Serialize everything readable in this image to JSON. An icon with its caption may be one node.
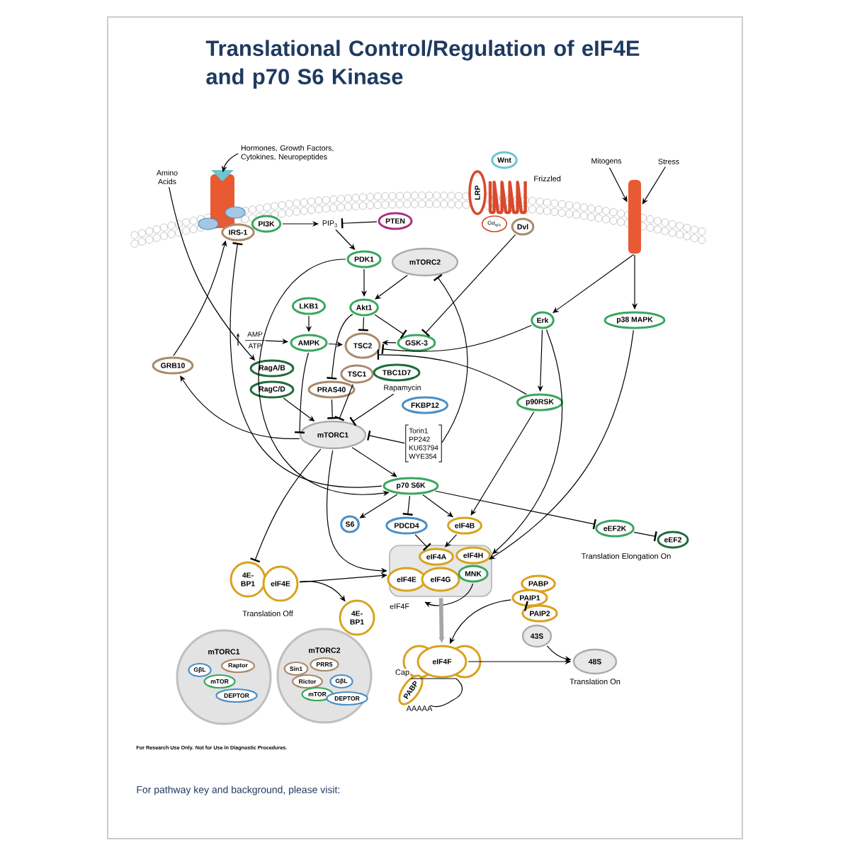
{
  "diagram": {
    "title": "Translational Control/Regulation of eIF4E and p70 S6 Kinase",
    "nodes": [
      {
        "text": [
          "Amino Acids"
        ]
      },
      {
        "text": [
          "Hormones, Growth Factors, Cytokines, Neuropeptides"
        ]
      },
      {
        "text": [],
        "shape": "bar"
      },
      {
        "text": [
          "IRS-1"
        ]
      },
      {
        "text": [
          "PI3K"
        ]
      },
      {
        "text": [
          "PIP$_{3}$"
        ]
      },
      {
        "text": [
          "PTEN"
        ]
      },
      {
        "text": [
          "Wnt"
        ]
      },
      {
        "text": [
          "LRP"
        ]
      },
      {
        "text": [
          "Gα$_{q/o}$"
        ]
      },
      {
        "text": [
          "Dvl"
        ]
      },
      {
        "text": [
          "Mitogens"
        ]
      },
      {
        "text": [
          "Stress"
        ]
      },
      {
        "text": [],
        "shape": "bar"
      },
      {
        "text": [
          "PDK1"
        ]
      },
      {
        "text": [
          "mTORC2"
        ]
      },
      {
        "text": [
          "LKB1"
        ]
      },
      {
        "text": [
          "Akt1"
        ]
      },
      {
        "text": [
          "AMP",
          "ATP"
        ]
      },
      {
        "text": [
          "AMPK"
        ]
      },
      {
        "text": [
          "TSC2"
        ]
      },
      {
        "text": [
          "GSK-3"
        ]
      },
      {
        "text": [
          "TSC1"
        ]
      },
      {
        "text": [
          "TBC1D7"
        ]
      },
      {
        "text": [
          "PRAS40"
        ]
      },
      {
        "text": [
          "Rapamycin"
        ]
      },
      {
        "text": [
          "FKBP12"
        ]
      },
      {
        "text": [
          "Torin1",
          "PP242",
          "KU63794",
          "WYE354"
        ]
      },
      {
        "text": [
          "Erk"
        ]
      },
      {
        "text": [
          "p38 MAPK"
        ]
      },
      {
        "text": [
          "GRB10"
        ]
      },
      {
        "text": [
          "RagA/B"
        ]
      },
      {
        "text": [
          "RagC/D"
        ]
      },
      {
        "text": [
          "mTORC1"
        ]
      },
      {
        "text": [
          "p90RSK"
        ]
      },
      {
        "text": [
          "p70 S6K"
        ]
      },
      {
        "text": [
          "S6"
        ]
      },
      {
        "text": [
          "PDCD4"
        ]
      },
      {
        "text": [
          "eIF4B"
        ]
      },
      {
        "text": [
          "eEF2K"
        ]
      },
      {
        "text": [
          "eEF2"
        ]
      },
      {
        "text": [
          "4E-BP1"
        ]
      },
      {
        "text": [
          "eIF4E"
        ]
      },
      {
        "text": [
          "4E-BP1"
        ]
      },
      {
        "text": [
          "eIF4F"
        ]
      },
      {
        "text": [
          "eIF4A"
        ],
        "in": 44
      },
      {
        "text": [
          "eIF4E"
        ],
        "in": 44
      },
      {
        "text": [
          "eIF4G"
        ],
        "in": 44
      },
      {
        "text": [
          "eIF4H"
        ],
        "in": 44
      },
      {
        "text": [
          "MNK"
        ],
        "in": 44
      },
      {
        "text": [
          "PABP"
        ]
      },
      {
        "text": [
          "PAIP1"
        ]
      },
      {
        "text": [
          "PAIP2"
        ]
      },
      {
        "text": [
          "43S"
        ]
      },
      {
        "text": [
          "eIF4F"
        ]
      },
      {
        "text": [
          "PABP"
        ]
      },
      {
        "text": [
          "48S"
        ],
        "beside": [
          "Translation On"
        ]
      },
      {
        "text": [
          "mTORC1"
        ]
      },
      {
        "text": [
          "GβL"
        ],
        "in": 57
      },
      {
        "text": [
          "Raptor"
        ],
        "in": 57
      },
      {
        "text": [
          "mTOR"
        ],
        "in": 57
      },
      {
        "text": [
          "DEPTOR"
        ],
        "in": 57
      },
      {
        "text": [
          "mTORC2"
        ]
      },
      {
        "text": [
          "Sin1"
        ],
        "in": 62
      },
      {
        "text": [
          "PRR5"
        ],
        "in": 62
      },
      {
        "text": [
          "Rictor"
        ],
        "in": 62
      },
      {
        "text": [
          "GβL"
        ],
        "in": 62
      },
      {
        "text": [
          "mTOR"
        ],
        "in": 62
      },
      {
        "text": [
          "DEPTOR"
        ],
        "in": 62
      }
    ],
    "edges": [
      {
        "from": 0,
        "to": 31,
        "arrow": "to"
      },
      {
        "from": 1,
        "to": 2,
        "arrow": "to"
      },
      {
        "from": 4,
        "to": 5,
        "arrow": "to"
      },
      {
        "from": 6,
        "to": 5,
        "arrow": "other"
      },
      {
        "from": 5,
        "to": 14,
        "arrow": "to"
      },
      {
        "from": 14,
        "to": 17,
        "arrow": "to"
      },
      {
        "from": 15,
        "to": 17,
        "arrow": "to"
      },
      {
        "from": 16,
        "to": 19,
        "arrow": "to"
      },
      {
        "from": 18,
        "to": 19,
        "arrow": "to"
      },
      {
        "from": 19,
        "to": 20,
        "arrow": "to"
      },
      {
        "from": 17,
        "to": 20,
        "arrow": "other"
      },
      {
        "from": 17,
        "to": 21,
        "arrow": "other"
      },
      {
        "from": 21,
        "to": 20,
        "arrow": "to"
      },
      {
        "from": 10,
        "to": 21,
        "arrow": "other"
      },
      {
        "from": 28,
        "to": 20,
        "arrow": "other"
      },
      {
        "from": 34,
        "to": 20,
        "arrow": "other"
      },
      {
        "from": 17,
        "to": 24,
        "arrow": "other"
      },
      {
        "from": 19,
        "to": 33,
        "arrow": "other"
      },
      {
        "from": 24,
        "to": 33,
        "arrow": "other"
      },
      {
        "from": 22,
        "to": 33,
        "arrow": "other"
      },
      {
        "from": 25,
        "to": 33,
        "arrow": "other"
      },
      {
        "from": 27,
        "to": 33,
        "arrow": "other"
      },
      {
        "from": 27,
        "to": 15,
        "arrow": "other"
      },
      {
        "from": 32,
        "to": 33,
        "arrow": "to"
      },
      {
        "from": 33,
        "to": 30,
        "arrow": "to"
      },
      {
        "from": 30,
        "to": 3,
        "arrow": "to"
      },
      {
        "from": 35,
        "to": 3,
        "arrow": "other"
      },
      {
        "from": 14,
        "to": 35,
        "arrow": "to"
      },
      {
        "from": 33,
        "to": 35,
        "arrow": "to"
      },
      {
        "from": 13,
        "to": 28,
        "arrow": "to"
      },
      {
        "from": 13,
        "to": 29,
        "arrow": "to"
      },
      {
        "from": 28,
        "to": 34,
        "arrow": "to"
      },
      {
        "from": 34,
        "to": 38,
        "arrow": "to"
      },
      {
        "from": 28,
        "to": 48,
        "arrow": "to"
      },
      {
        "from": 29,
        "to": 48,
        "arrow": "to"
      },
      {
        "from": 35,
        "to": 36,
        "arrow": "to"
      },
      {
        "from": 35,
        "to": 37,
        "arrow": "other"
      },
      {
        "from": 35,
        "to": 38,
        "arrow": "to"
      },
      {
        "from": 35,
        "to": 39,
        "arrow": "other"
      },
      {
        "from": 39,
        "to": 40,
        "arrow": "other"
      },
      {
        "from": 37,
        "to": 45,
        "arrow": "other"
      },
      {
        "from": 38,
        "to": 45,
        "arrow": "to"
      },
      {
        "from": 33,
        "to": 41,
        "arrow": "other"
      },
      {
        "from": 33,
        "to": 44,
        "arrow": "to"
      },
      {
        "from": 42,
        "to": 44,
        "arrow": "to"
      },
      {
        "from": 42,
        "to": 43,
        "arrow": "to"
      },
      {
        "from": 49,
        "to": 44,
        "arrow": "to"
      },
      {
        "from": 44,
        "to": 54,
        "arrow": "to",
        "style": "thick",
        "color": "#a6a6a6"
      },
      {
        "from": 51,
        "to": 54,
        "arrow": "to"
      },
      {
        "from": 52,
        "to": 51,
        "arrow": "other"
      },
      {
        "from": 53,
        "to": 56,
        "arrow": "to"
      },
      {
        "from": 54,
        "to": 56,
        "arrow": "to"
      },
      {
        "from": 11,
        "to": 13,
        "arrow": "to"
      },
      {
        "from": 12,
        "to": 13,
        "arrow": "to"
      }
    ],
    "labels": [
      "Frizzled",
      "Translation Off",
      "Translation Elongation On",
      "Cap",
      "AAAAA",
      "For Research Use Only. Not for Use in Diagnostic Procedures.",
      "For pathway key and background, please visit:"
    ]
  }
}
